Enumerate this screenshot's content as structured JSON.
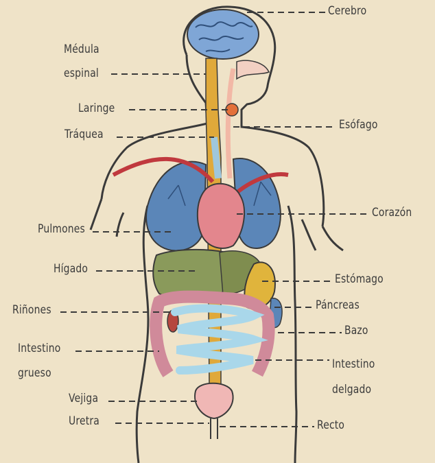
{
  "labels": {
    "cerebro": "Cerebro",
    "medula_1": "Médula",
    "medula_2": "espinal",
    "laringe": "Laringe",
    "traquea": "Tráquea",
    "esofago": "Esófago",
    "pulmones": "Pulmones",
    "corazon": "Corazón",
    "higado": "Hígado",
    "estomago": "Estómago",
    "rinones": "Riñones",
    "pancreas": "Páncreas",
    "bazo": "Bazo",
    "intestino_grueso_1": "Intestino",
    "intestino_grueso_2": "grueso",
    "intestino_delgado_1": "Intestino",
    "intestino_delgado_2": "delgado",
    "vejiga": "Vejiga",
    "uretra": "Uretra",
    "recto": "Recto"
  },
  "colors": {
    "background": "#efe3c8",
    "outline": "#3a3a3a",
    "brain": "#7fa6d6",
    "spine": "#e0a93a",
    "lungs": "#5b86b8",
    "heart": "#e3868d",
    "liver": "#8a9a5b",
    "stomach": "#e0b43c",
    "large_intestine": "#d08a9a",
    "small_intestine": "#a9d7ea",
    "bladder": "#f0b7b5",
    "vessels": "#c0393e"
  }
}
